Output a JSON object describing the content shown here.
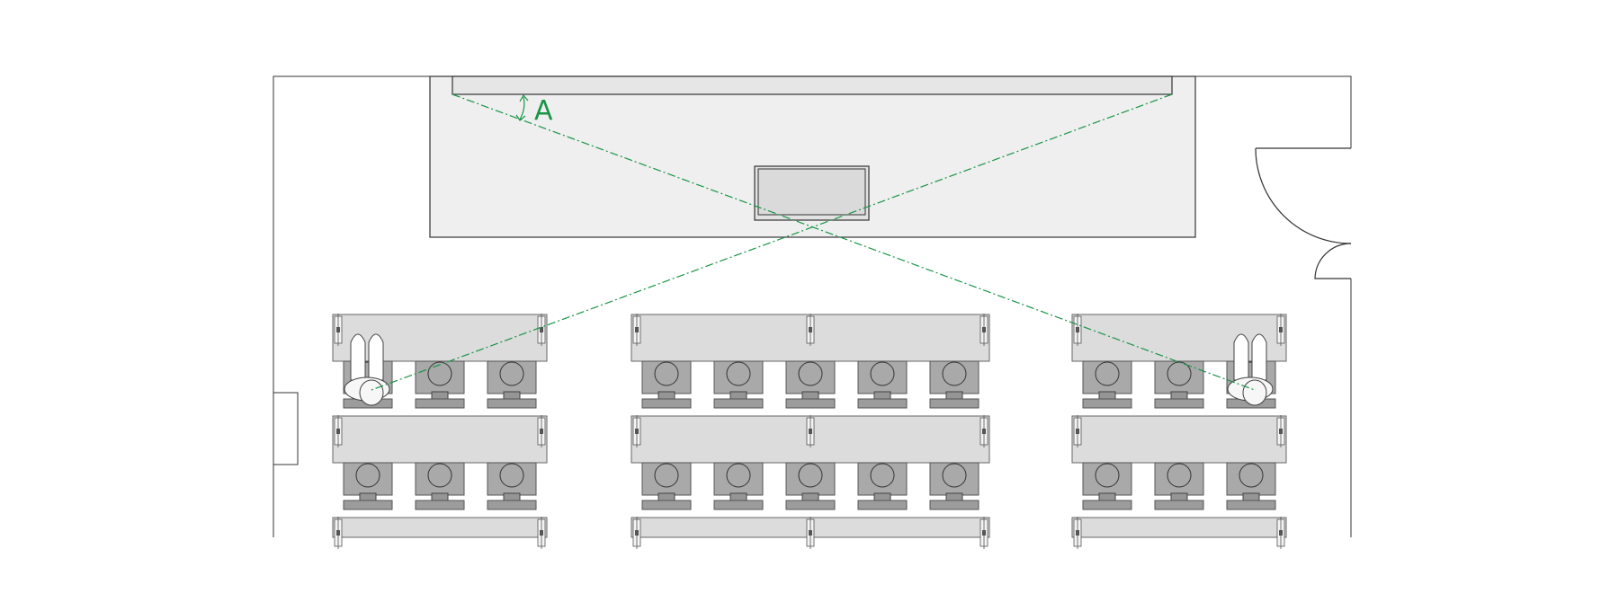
{
  "diagram": {
    "angle_label": "A",
    "colors": {
      "sight_line": "#1a9447",
      "wall": "#333333",
      "stage_fill": "#efefef",
      "table_fill": "#dcdcdc",
      "chair_fill": "#959595"
    },
    "table_blocks": [
      {
        "side": "left",
        "seats_per_row": 3,
        "rows": 3
      },
      {
        "side": "center",
        "seats_per_row": 5,
        "rows": 3
      },
      {
        "side": "right",
        "seats_per_row": 3,
        "rows": 3
      }
    ],
    "viewers": [
      "left-front-corner",
      "right-front-corner"
    ]
  }
}
